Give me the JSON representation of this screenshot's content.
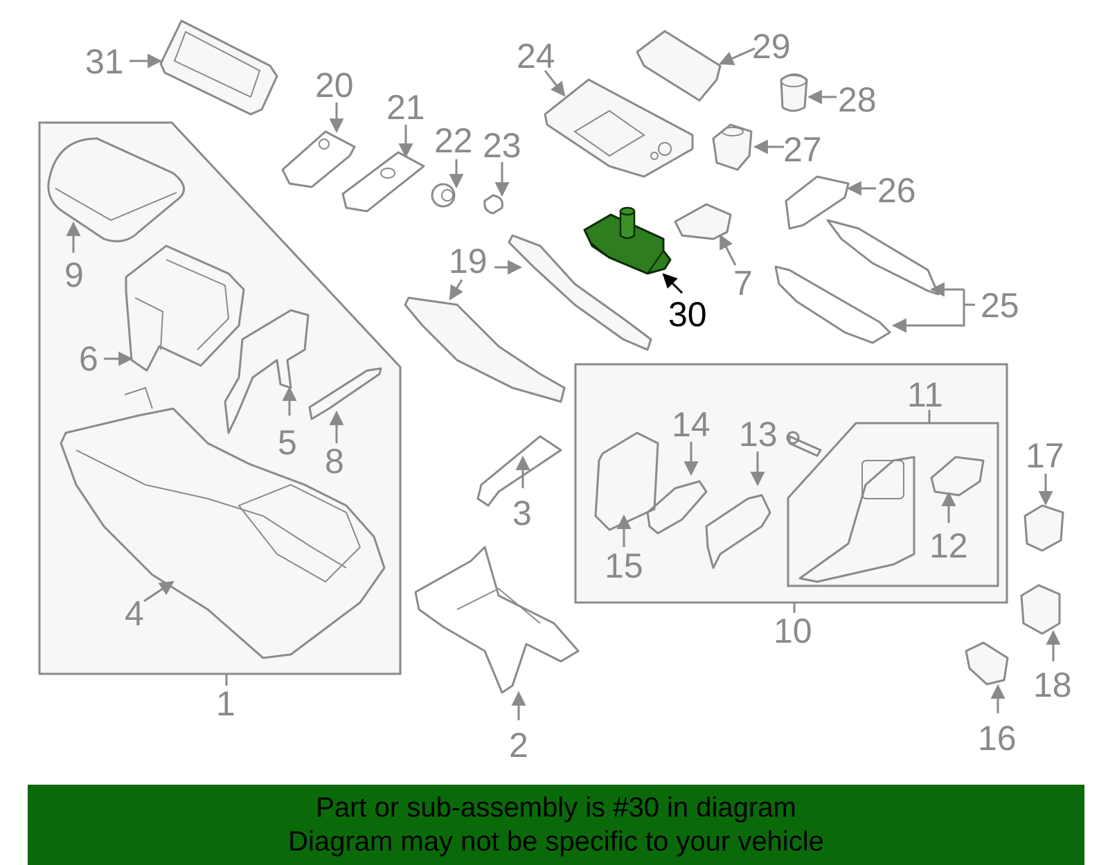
{
  "diagram": {
    "highlight_color": "#2e7d1e",
    "banner_color": "#0a6a0a",
    "callouts": {
      "c1": "1",
      "c2": "2",
      "c3": "3",
      "c4": "4",
      "c5": "5",
      "c6": "6",
      "c7": "7",
      "c8": "8",
      "c9": "9",
      "c10": "10",
      "c11": "11",
      "c12": "12",
      "c13": "13",
      "c14": "14",
      "c15": "15",
      "c16": "16",
      "c17": "17",
      "c18": "18",
      "c19": "19",
      "c20": "20",
      "c21": "21",
      "c22": "22",
      "c23": "23",
      "c24": "24",
      "c25": "25",
      "c26": "26",
      "c27": "27",
      "c28": "28",
      "c29": "29",
      "c30": "30",
      "c31": "31"
    }
  },
  "banner": {
    "line1": "Part or sub-assembly is #30 in diagram",
    "line2": "Diagram may not be specific to your vehicle"
  }
}
